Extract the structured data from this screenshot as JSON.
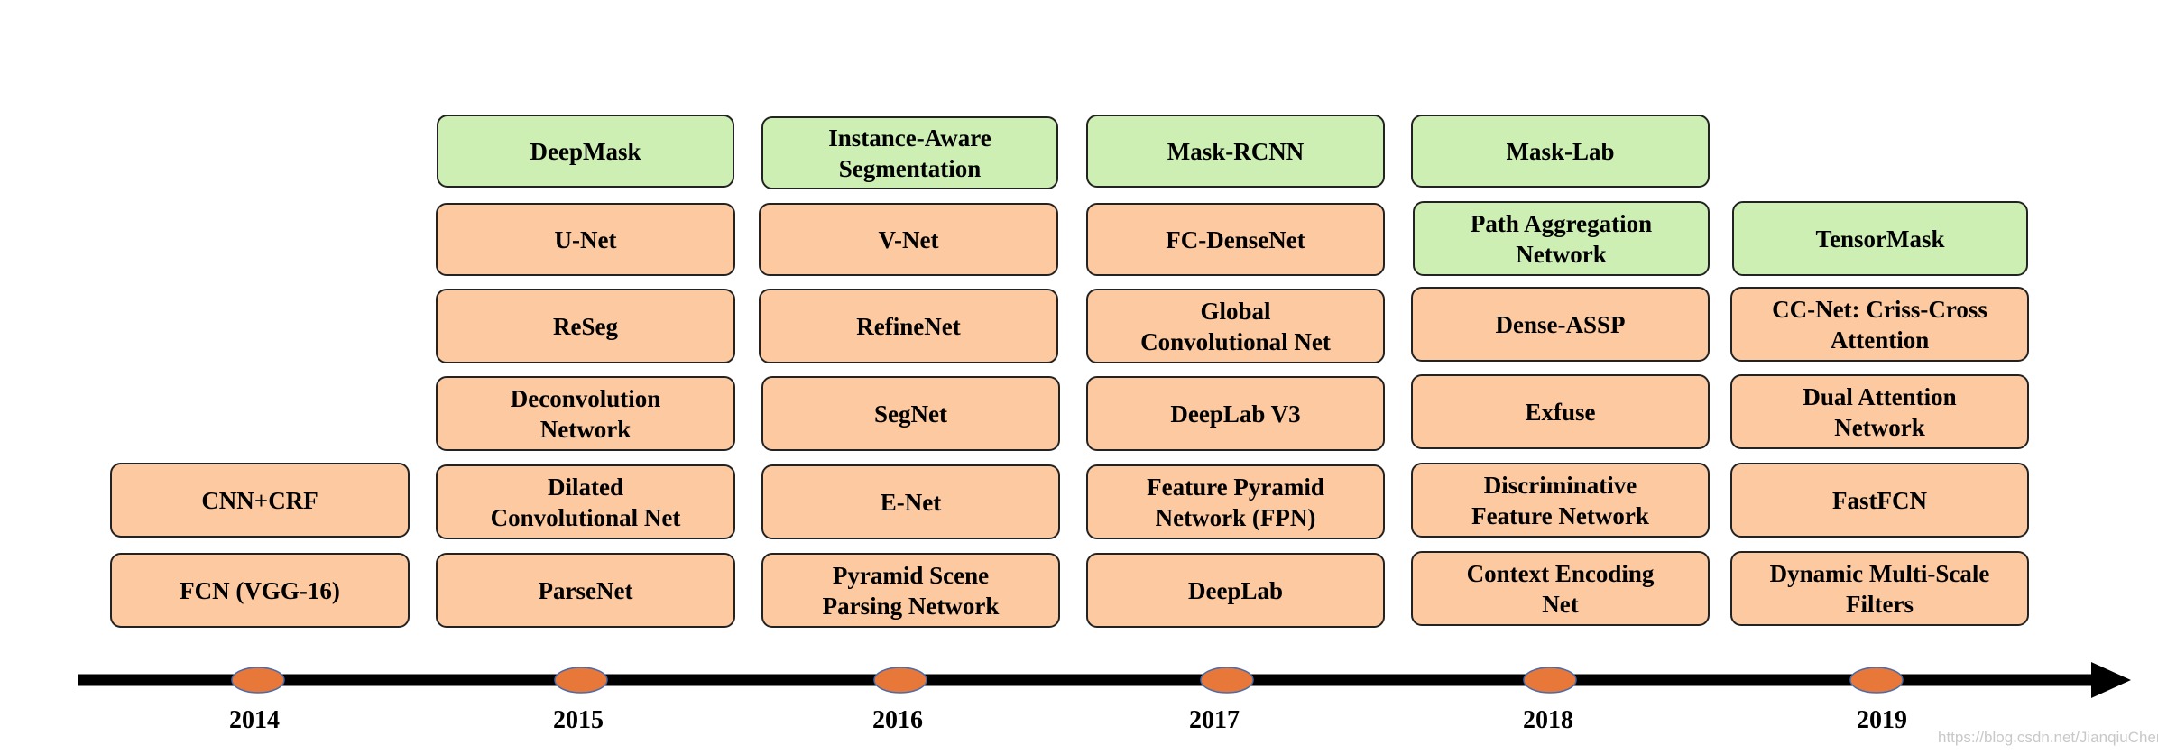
{
  "columns": [
    {
      "year": "2014",
      "items": [
        {
          "label": "CNN+CRF",
          "color": "orange"
        },
        {
          "label": "FCN (VGG-16)",
          "color": "orange"
        }
      ]
    },
    {
      "year": "2015",
      "items": [
        {
          "label": "DeepMask",
          "color": "green"
        },
        {
          "label": "U-Net",
          "color": "orange"
        },
        {
          "label": "ReSeg",
          "color": "orange"
        },
        {
          "label": "Deconvolution\nNetwork",
          "color": "orange"
        },
        {
          "label": "Dilated\nConvolutional Net",
          "color": "orange"
        },
        {
          "label": "ParseNet",
          "color": "orange"
        }
      ]
    },
    {
      "year": "2016",
      "items": [
        {
          "label": "Instance-Aware\nSegmentation",
          "color": "green"
        },
        {
          "label": "V-Net",
          "color": "orange"
        },
        {
          "label": "RefineNet",
          "color": "orange"
        },
        {
          "label": "SegNet",
          "color": "orange"
        },
        {
          "label": "E-Net",
          "color": "orange"
        },
        {
          "label": "Pyramid Scene\nParsing Network",
          "color": "orange"
        }
      ]
    },
    {
      "year": "2017",
      "items": [
        {
          "label": "Mask-RCNN",
          "color": "green"
        },
        {
          "label": "FC-DenseNet",
          "color": "orange"
        },
        {
          "label": "Global\nConvolutional Net",
          "color": "orange"
        },
        {
          "label": "DeepLab V3",
          "color": "orange"
        },
        {
          "label": "Feature Pyramid\nNetwork (FPN)",
          "color": "orange"
        },
        {
          "label": "DeepLab",
          "color": "orange"
        }
      ]
    },
    {
      "year": "2018",
      "items": [
        {
          "label": "Mask-Lab",
          "color": "green"
        },
        {
          "label": "Path Aggregation\nNetwork",
          "color": "green"
        },
        {
          "label": "Dense-ASSP",
          "color": "orange"
        },
        {
          "label": "Exfuse",
          "color": "orange"
        },
        {
          "label": "Discriminative\nFeature Network",
          "color": "orange"
        },
        {
          "label": "Context Encoding\nNet",
          "color": "orange"
        }
      ]
    },
    {
      "year": "2019",
      "items": [
        {
          "label": "TensorMask",
          "color": "green"
        },
        {
          "label": "CC-Net: Criss-Cross\nAttention",
          "color": "orange"
        },
        {
          "label": "Dual Attention\nNetwork",
          "color": "orange"
        },
        {
          "label": "FastFCN",
          "color": "orange"
        },
        {
          "label": "Dynamic Multi-Scale\nFilters",
          "color": "orange"
        }
      ]
    }
  ],
  "watermark": "https://blog.csdn.net/JianqiuChen",
  "colors": {
    "orange_box": "#fcc9a0",
    "green_box": "#cdefb4",
    "timeline": "#000000",
    "marker": "#e8773a"
  }
}
